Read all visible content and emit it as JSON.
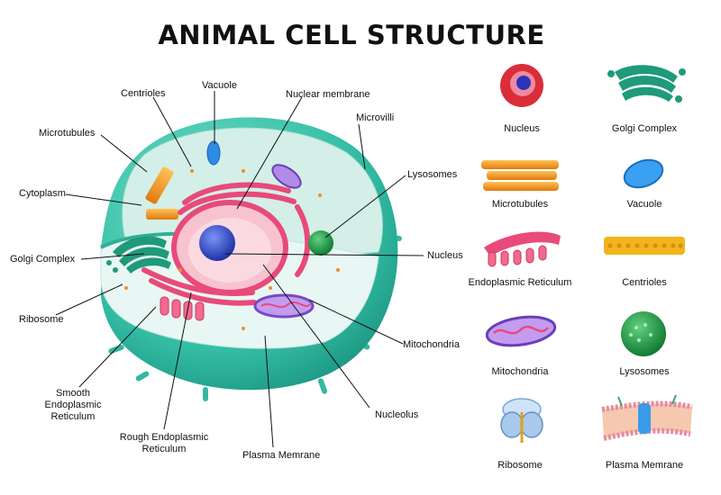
{
  "title": "ANIMAL CELL STRUCTURE",
  "cell_labels": {
    "centrioles": "Centrioles",
    "vacuole": "Vacuole",
    "nuclear_membrane": "Nuclear membrane",
    "microvilli": "Microvilli",
    "microtubules": "Microtubules",
    "lysosomes": "Lysosomes",
    "cytoplasm": "Cytoplasm",
    "golgi_complex": "Golgi Complex",
    "nucleus": "Nucleus",
    "ribosome": "Ribosome",
    "mitochondria": "Mitochondria",
    "smooth_er_line1": "Smooth",
    "smooth_er_line2": "Endoplasmic",
    "smooth_er_line3": "Reticulum",
    "nucleolus": "Nucleolus",
    "rough_er_line1": "Rough Endoplasmic",
    "rough_er_line2": "Reticulum",
    "plasma_membrane": "Plasma Memrane"
  },
  "gallery": [
    {
      "label": "Nucleus",
      "icon": "nucleus-icon"
    },
    {
      "label": "Golgi Complex",
      "icon": "golgi-complex-icon"
    },
    {
      "label": "Microtubules",
      "icon": "microtubules-icon"
    },
    {
      "label": "Vacuole",
      "icon": "vacuole-icon"
    },
    {
      "label": "Endoplasmic Reticulum",
      "icon": "endoplasmic-reticulum-icon"
    },
    {
      "label": "Centrioles",
      "icon": "centrioles-icon"
    },
    {
      "label": "Mitochondria",
      "icon": "mitochondria-icon"
    },
    {
      "label": "Lysosomes",
      "icon": "lysosomes-icon"
    },
    {
      "label": "Ribosome",
      "icon": "ribosome-icon"
    },
    {
      "label": "Plasma Memrane",
      "icon": "plasma-membrane-icon"
    }
  ],
  "colors": {
    "cell_outer": "#3fc7b0",
    "cytoplasm": "#cdeee6",
    "nucleus": "#2d49c9",
    "er": "#e84a7a",
    "mitochondria": "#9b6bd6",
    "golgi": "#1f9a7a",
    "lysosome": "#27a34d",
    "microtubule": "#f59a1e"
  }
}
